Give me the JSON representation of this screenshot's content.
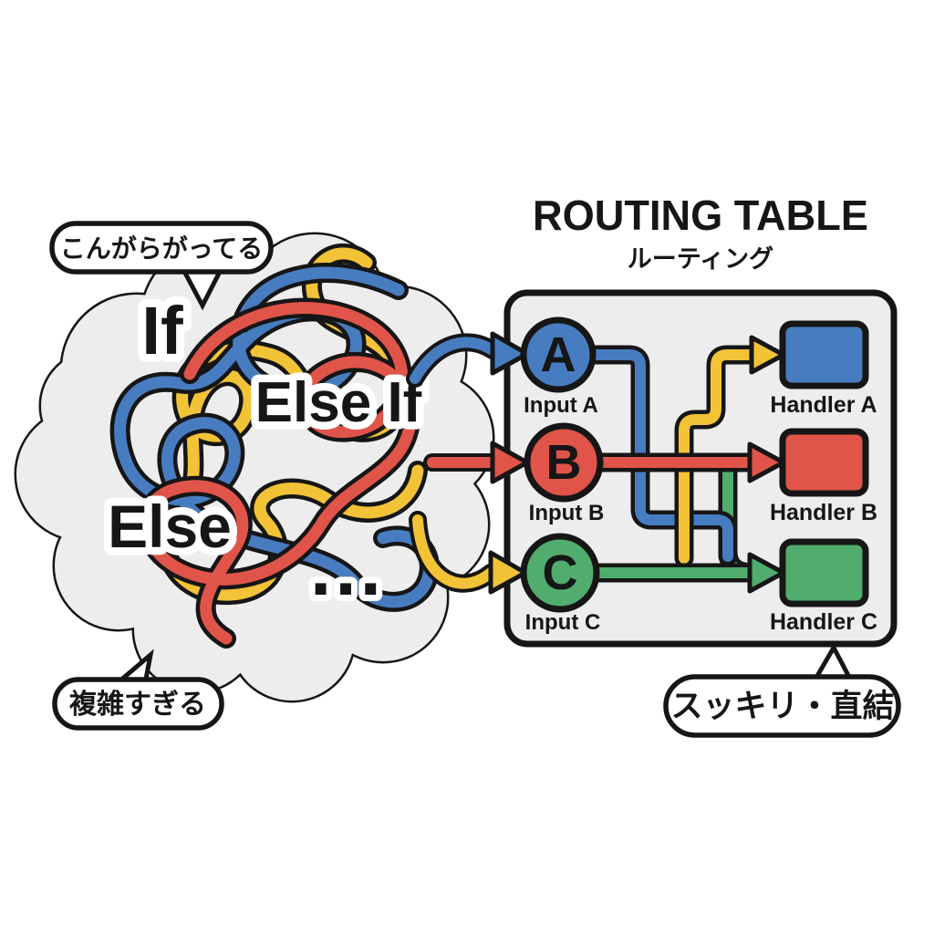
{
  "palette": {
    "blue": "#477cc0",
    "red": "#e0544a",
    "yellow": "#f2c237",
    "green": "#50ad6e",
    "panel_gray": "#ededed",
    "outline": "#161616",
    "background": "#ffffff"
  },
  "bubbles": {
    "top_left": "こんがらがってる",
    "bottom_left": "複雑すぎる",
    "bottom_right": "スッキリ・直結"
  },
  "tangle": {
    "word_if": "If",
    "word_else_if": "Else If",
    "word_else": "Else",
    "ellipsis": "..."
  },
  "routing": {
    "title": "ROUTING TABLE",
    "subtitle": "ルーティング",
    "inputs": [
      {
        "id": "A",
        "label": "Input A",
        "color": "#477cc0"
      },
      {
        "id": "B",
        "label": "Input B",
        "color": "#e0544a"
      },
      {
        "id": "C",
        "label": "Input C",
        "color": "#50ad6e"
      }
    ],
    "handlers": [
      {
        "label": "Handler A",
        "color": "#477cc0"
      },
      {
        "label": "Handler B",
        "color": "#e0544a"
      },
      {
        "label": "Handler C",
        "color": "#50ad6e"
      }
    ],
    "visible_arrow_targets": [
      {
        "color": "#f2c237",
        "handler": "Handler A"
      },
      {
        "color": "#e0544a",
        "handler": "Handler B"
      },
      {
        "color": "#50ad6e",
        "handler": "Handler C"
      }
    ]
  }
}
